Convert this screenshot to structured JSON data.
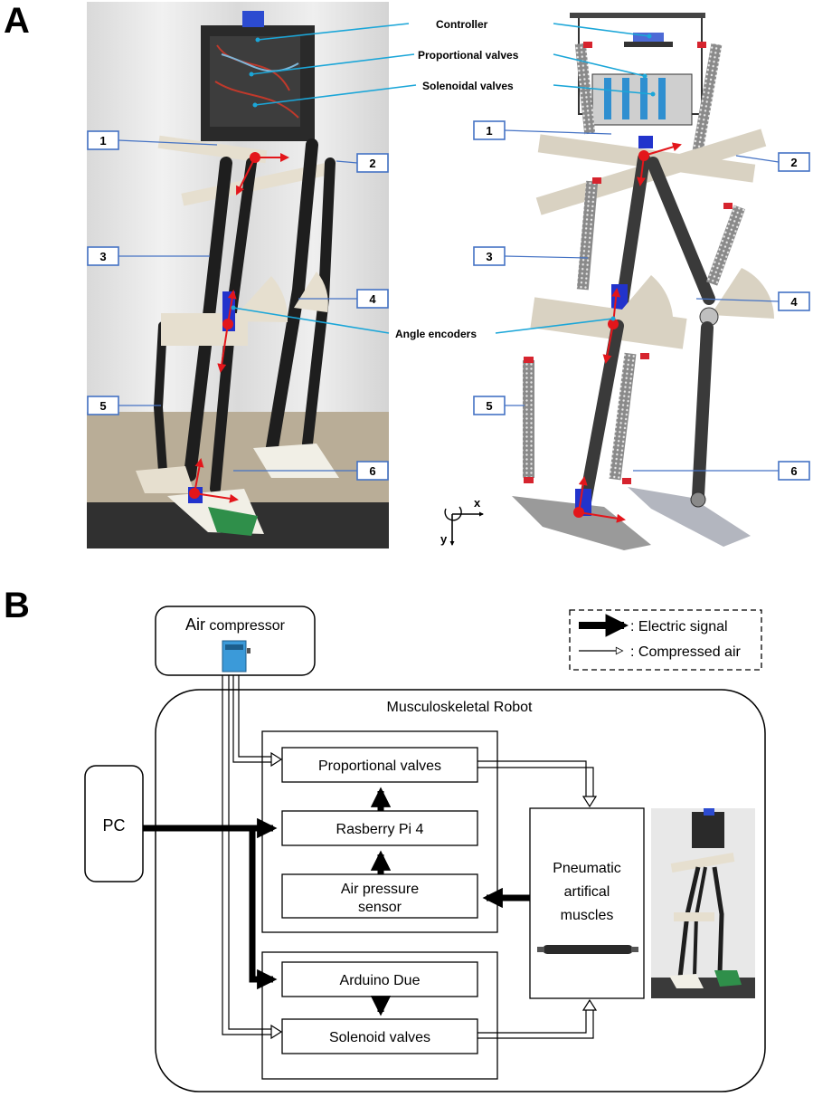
{
  "panel_a": {
    "letter": "A",
    "callouts": {
      "controller": "Controller",
      "proportional": "Proportional valves",
      "solenoidal": "Solenoidal valves",
      "encoders": "Angle encoders"
    },
    "numbers": [
      "1",
      "2",
      "3",
      "4",
      "5",
      "6"
    ],
    "axes": {
      "x": "x",
      "y": "y"
    }
  },
  "panel_b": {
    "letter": "B",
    "compressor": {
      "word1": "Air",
      "word2": " compressor"
    },
    "legend": {
      "electric": ": Electric signal",
      "air": ": Compressed air"
    },
    "robot_title": "Musculoskeletal Robot",
    "pc": "PC",
    "proportional_valves": "Proportional valves",
    "raspberry": "Rasberry Pi 4",
    "sensor_line1": "Air pressure",
    "sensor_line2": "sensor",
    "arduino": "Arduino Due",
    "solenoid_valves": "Solenoid valves",
    "muscles_line1": "Pneumatic",
    "muscles_line2": "artifical",
    "muscles_line3": "muscles"
  },
  "colors": {
    "callout_line": "#1ba6d8",
    "box_border": "#4472c4",
    "encoder_red": "#e3161b",
    "actuator_blue": "#2233cc"
  }
}
